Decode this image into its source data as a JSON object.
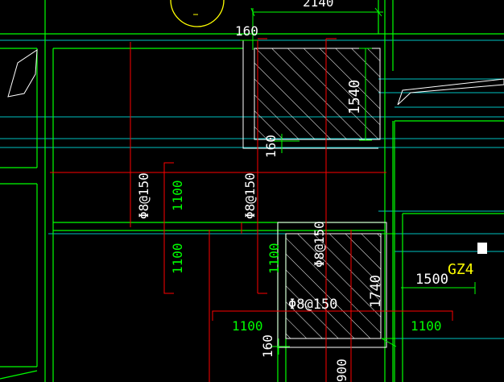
{
  "colors": {
    "background": "#000000",
    "wall": "#00ff00",
    "outline": "#ffffff",
    "axis": "#00ffff",
    "rebar": "#ff0000",
    "dimension": "#ffffff",
    "dim_green": "#00ff00",
    "tag": "#ffff00"
  },
  "labels": {
    "top_dim": "2140",
    "dim_160_top": "160",
    "dim_1540": "1540",
    "dim_160_mid": "160",
    "rebar_left": "Φ8@150",
    "rebar_mid": "Φ8@150",
    "rebar_right": "Φ8@150",
    "rebar_bottom": "Φ8@150",
    "len_1100_a": "1100",
    "len_1100_b": "1100",
    "len_1100_c": "1100",
    "len_1100_d": "1100",
    "len_1100_e": "1100",
    "dim_1740": "1740",
    "dim_1500": "1500",
    "tag_gz4": "GZ4",
    "dim_160_bot": "160",
    "dim_900": "900",
    "yellow_circle_mark": "-"
  }
}
